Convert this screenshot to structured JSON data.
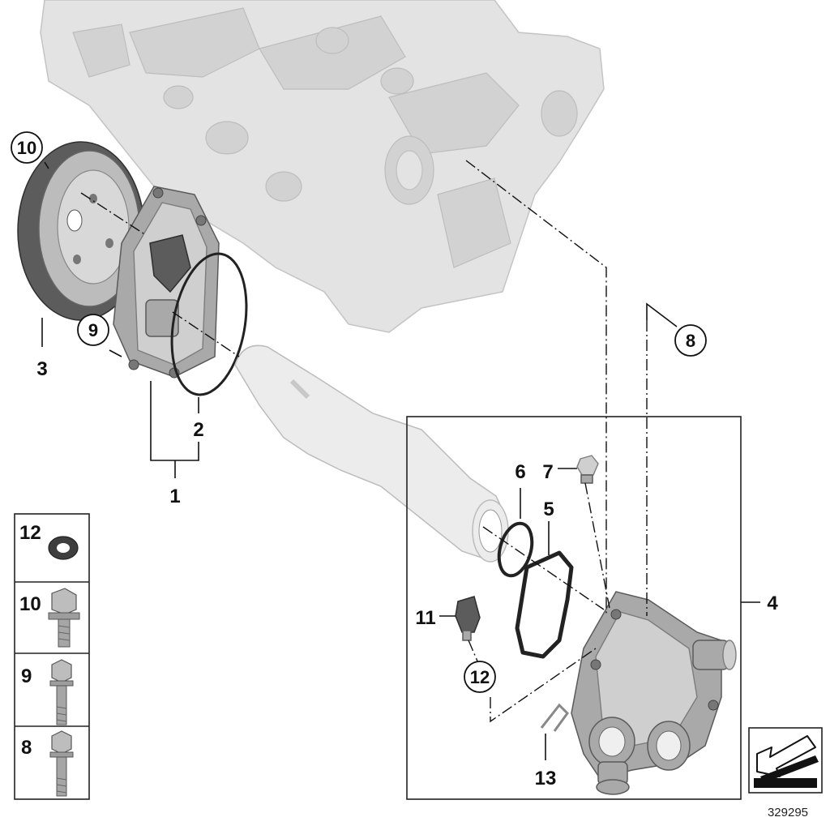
{
  "diagram_id": "329295",
  "part_numbers": {
    "water_pump_assembly": "1",
    "gasket_ring": "2",
    "pulley": "3",
    "thermostat_housing_group": "4",
    "profile_gasket": "5",
    "o_ring": "6",
    "screw_plug": "7",
    "bolt_8": "8",
    "bolt_9": "9",
    "bolt_10": "10",
    "temperature_sensor": "11",
    "sealing_ring": "12",
    "clip": "13"
  },
  "legend": {
    "rows": [
      {
        "label": "12",
        "icon": "sealing-ring-icon"
      },
      {
        "label": "10",
        "icon": "hex-bolt-short-icon"
      },
      {
        "label": "9",
        "icon": "hex-bolt-long-icon"
      },
      {
        "label": "8",
        "icon": "hex-bolt-longer-icon"
      }
    ]
  },
  "nav_icon": "arrow-back-icon",
  "colors": {
    "engine": "#e3e3e3",
    "part": "#a9a9a9",
    "dark_part": "#5c5c5c",
    "line": "#111111"
  }
}
